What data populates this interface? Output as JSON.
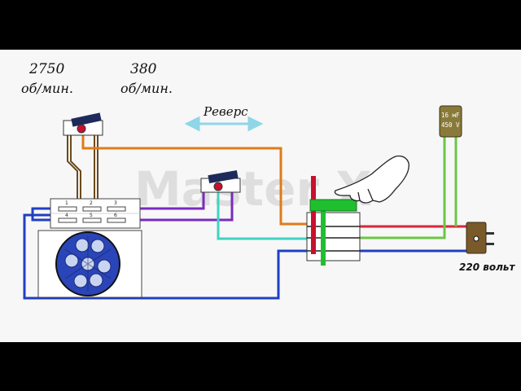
{
  "labels": {
    "speed_high_value": "2750",
    "speed_high_unit": "об/мин.",
    "speed_low_value": "380",
    "speed_low_unit": "об/мин.",
    "reverse": "Реверс",
    "voltage": "220 вольт",
    "capacitor_line1": "16 мF",
    "capacitor_line2": "450 V",
    "watermark": "Master X"
  },
  "terminal_block": {
    "top_row": [
      "1",
      "2",
      "3"
    ],
    "bottom_row": [
      "4",
      "5",
      "6"
    ]
  },
  "colors": {
    "wire_orange": "#e07b1a",
    "wire_purple": "#7a2bbf",
    "wire_cyan": "#3fd3c0",
    "wire_blue": "#1f3fc4",
    "wire_red": "#d9263a",
    "wire_green": "#6cc644",
    "wire_brown": "#6b4a1c",
    "switch_plunger": "#1e2a5a",
    "motor_blue": "#2a45b8",
    "button_green": "#1fbf2f",
    "button_red": "#c8102e",
    "plug": "#7a5a2a",
    "capacitor": "#8a7a3a"
  }
}
